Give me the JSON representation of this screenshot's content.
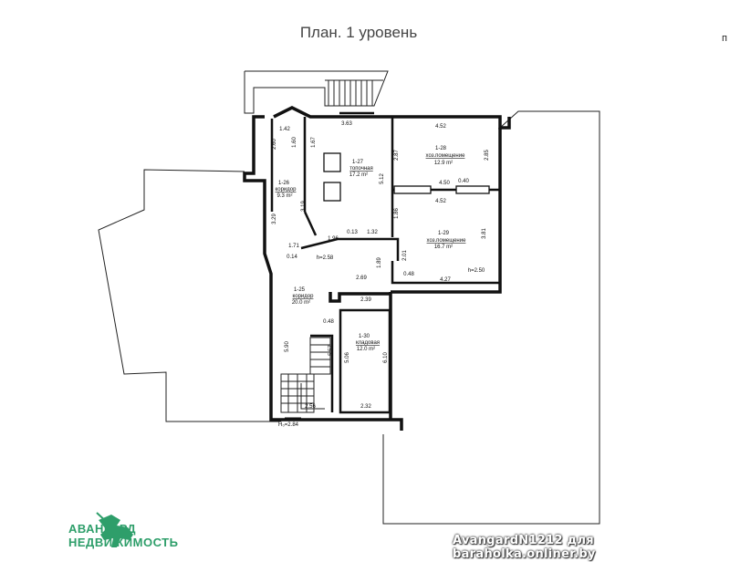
{
  "title": "План. 1 уровень",
  "corner_mark": "п",
  "rooms": [
    {
      "id": "1-26",
      "name": "коридор",
      "area": "9.3 m²"
    },
    {
      "id": "1-27",
      "name": "топочная",
      "area": "17.2 m²"
    },
    {
      "id": "1-28",
      "name": "хоз.помещение",
      "area": "12.9 m²"
    },
    {
      "id": "1-29",
      "name": "хоз.помещение",
      "area": "16.7 m²"
    },
    {
      "id": "1-25",
      "name": "коридор",
      "area": "20.0 m²"
    },
    {
      "id": "1-30",
      "name": "кладовая",
      "area": "12.0 m²"
    }
  ],
  "dimensions": [
    "1.42",
    "2.60",
    "1.60",
    "1.67",
    "3.63",
    "4.52",
    "2.87",
    "2.85",
    "5.12",
    "4.50",
    "0.40",
    "4.52",
    "1.86",
    "3.81",
    "3.19",
    "3.29",
    "1.71",
    "0.14",
    "1.96",
    "0.13",
    "1.32",
    "h=2.58",
    "2.01",
    "1.89",
    "2.69",
    "0.48",
    "4.27",
    "h=2.50",
    "2.39",
    "0.48",
    "5.90",
    "5.06",
    "6.10",
    "5.57",
    "2.56",
    "2.32",
    "H₀=2.84"
  ],
  "logo": {
    "line1": "АВАНГАРД",
    "line2": "НЕДВИЖИМОСТЬ"
  },
  "watermark": "AvangardN1212 для baraholka.onliner.by"
}
